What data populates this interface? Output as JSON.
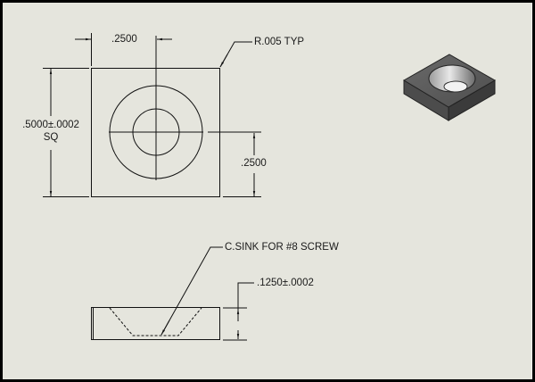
{
  "drawing": {
    "top_view": {
      "horizontal_dimension": ".2500",
      "vertical_dimension_line1": ".5000±.0002",
      "vertical_dimension_line2": "SQ",
      "right_dimension": ".2500",
      "radius_note": "R.005 TYP"
    },
    "front_view": {
      "countersink_note": "C.SINK FOR #8 SCREW",
      "thickness_dimension": ".1250±.0002"
    },
    "isometric_view": {
      "description": "shaded isometric of square plate with countersunk hole"
    },
    "colors": {
      "sheet_background": "#e5e5dd",
      "frame": "#000000",
      "line": "#111111",
      "iso_top": "#5c5c5c",
      "iso_left": "#4a4a4a",
      "iso_right": "#3a3a3a"
    }
  }
}
